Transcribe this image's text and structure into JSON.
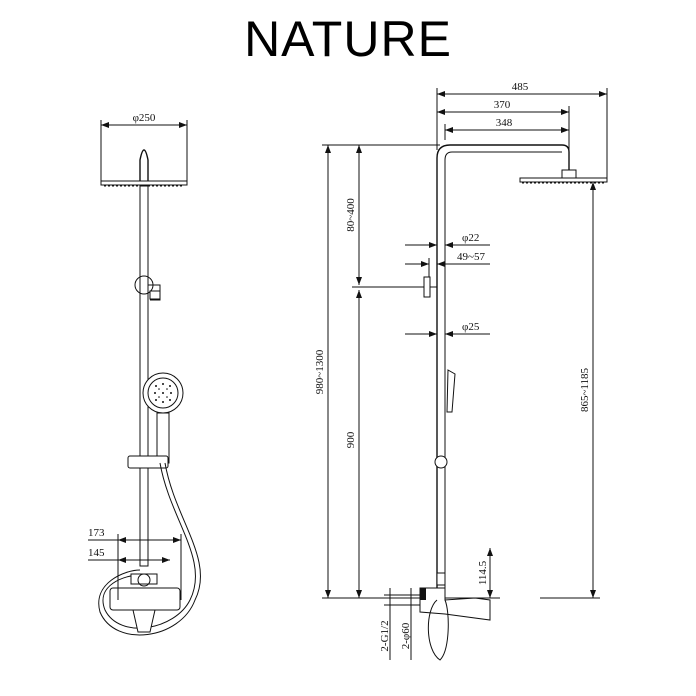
{
  "title": "NATURE",
  "dimensions": {
    "head_diameter": "φ250",
    "overall_width": "485",
    "arm_width": "370",
    "arm_inner": "348",
    "arm_height": "80~400",
    "pipe_diameter": "φ22",
    "mount_offset": "49~57",
    "rail_diameter": "φ25",
    "total_height": "980~1300",
    "mixer_height": "900",
    "head_height": "865~1185",
    "outlet_height": "114.5",
    "thread": "2-G1/2",
    "flange": "2-φ60",
    "front_width": "173",
    "front_inner": "145"
  }
}
